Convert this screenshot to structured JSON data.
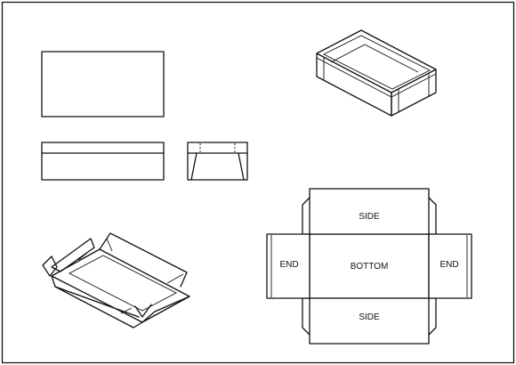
{
  "net_labels": {
    "side_top": "SIDE",
    "side_bottom": "SIDE",
    "bottom": "BOTTOM",
    "end_left": "END",
    "end_right": "END"
  },
  "colors": {
    "line": "#111111",
    "background": "#ffffff"
  }
}
